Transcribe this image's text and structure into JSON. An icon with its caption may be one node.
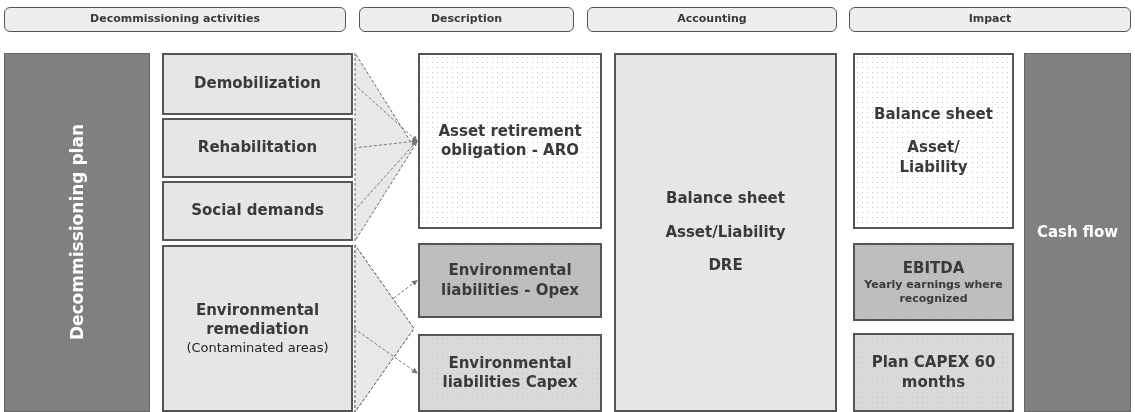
{
  "diagram": {
    "nodes": [
      {
        "text": [
          "Decommissioning activities"
        ]
      },
      {
        "text": [
          "Description"
        ]
      },
      {
        "text": [
          "Accounting"
        ]
      },
      {
        "text": [
          "Impact"
        ]
      },
      {
        "text": [
          "Decommissioning plan"
        ]
      },
      {
        "text": [
          "Demobilization"
        ]
      },
      {
        "text": [
          "Rehabilitation"
        ]
      },
      {
        "text": [
          "Social demands"
        ]
      },
      {
        "text": [
          "Environmental remediation",
          "(Contaminated areas)"
        ]
      },
      {
        "text": [
          "Asset retirement obligation - ARO"
        ]
      },
      {
        "text": [
          "Environmental liabilities - Opex"
        ]
      },
      {
        "text": [
          "Environmental liabilities Capex"
        ]
      },
      {
        "text": [
          "Balance sheet",
          "Asset/Liability",
          "DRE"
        ]
      },
      {
        "text": [
          "Balance sheet",
          "Asset/ Liability"
        ]
      },
      {
        "text": [
          "EBITDA",
          "Yearly earnings where recognized"
        ]
      },
      {
        "text": [
          "Plan CAPEX 60 months"
        ]
      },
      {
        "text": [
          "Cash flow"
        ]
      }
    ],
    "edges": [
      {
        "from": 5,
        "to": 9,
        "arrow": "to",
        "style": "dashed"
      },
      {
        "from": 6,
        "to": 9,
        "arrow": "to",
        "style": "dashed"
      },
      {
        "from": 7,
        "to": 9,
        "arrow": "to",
        "style": "dashed"
      },
      {
        "from": 8,
        "to": 10,
        "arrow": "to",
        "style": "dashed"
      },
      {
        "from": 8,
        "to": 11,
        "arrow": "to",
        "style": "dashed"
      }
    ]
  }
}
